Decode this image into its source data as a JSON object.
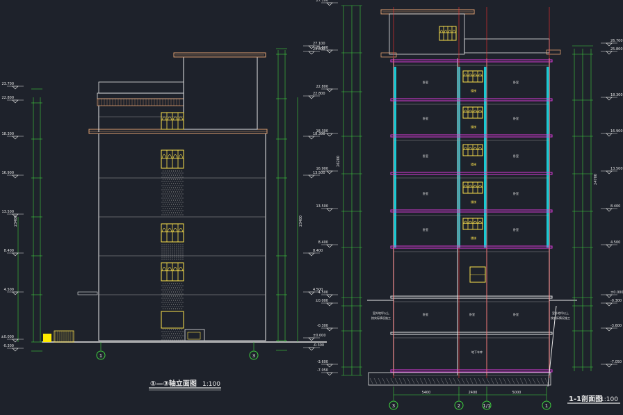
{
  "colors": {
    "background": "#1e222b",
    "dimension": "#3fd23f",
    "dimension_text": "#e6e6e6",
    "outline": "#e8e8e8",
    "facade": "#d2b48c",
    "window": "#ffe44d",
    "slab": "#d93bd9",
    "glass": "#19c8d2",
    "axis": "#ff3030",
    "grid_line": "#a6a6a6",
    "cornice": "#e0a070",
    "ground": "#ffeb00"
  },
  "left_view": {
    "title": "①—③轴立面图",
    "scale": "1:100",
    "axis_left": "1",
    "axis_right": "3",
    "left_levels": [
      "23.700",
      "22.800",
      "18.300",
      "16.900",
      "13.500",
      "8.400",
      "4.500",
      "±0.000",
      "-0.300"
    ],
    "right_levels": [
      "27.100",
      "25.800",
      "22.800",
      "18.300",
      "13.500",
      "8.400",
      "4.500",
      "±0.000",
      "-0.300"
    ],
    "dim_total": "23400"
  },
  "right_view": {
    "title": "1-1剖面图",
    "scale": "1:100",
    "axes": [
      "3",
      "2",
      "1/1",
      "1"
    ],
    "bottom_dims": [
      "5400",
      "2400",
      "5000"
    ],
    "left_levels": [
      "27.100",
      "25.800",
      "22.800",
      "18.300",
      "16.900",
      "13.500",
      "8.400",
      "4.500",
      "±0.000",
      "-0.300",
      "-3.600",
      "-7.050"
    ],
    "right_levels": [
      "26.700",
      "25.800",
      "18.300",
      "16.900",
      "13.500",
      "8.400",
      "4.500",
      "±0.000",
      "-0.300",
      "-3.600",
      "-7.050"
    ],
    "dim_total_left": "26200",
    "dim_total_right": "24700",
    "room_label": "卧室",
    "stair_label": "楼梯",
    "garage_label": "地下车库",
    "note_left": "室外地坪以上\n按实际情况施工",
    "note_right": "室外地坪以上\n按实际情况施工"
  }
}
